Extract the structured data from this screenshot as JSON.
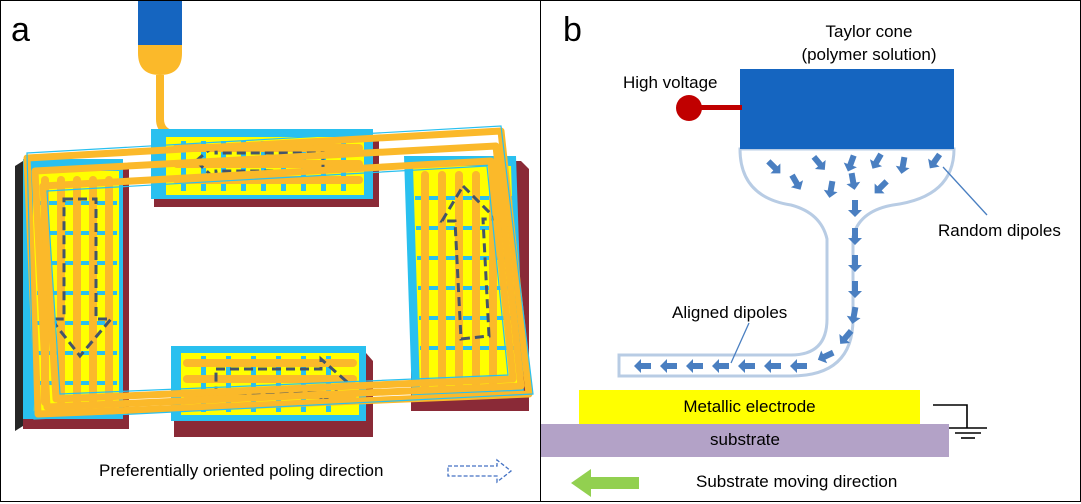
{
  "panel_a": {
    "letter": "a",
    "legend_text": "Preferentially oriented poling direction"
  },
  "panel_b": {
    "letter": "b",
    "taylor_cone_line1": "Taylor cone",
    "taylor_cone_line2": "(polymer solution)",
    "high_voltage": "High voltage",
    "random_dipoles": "Random dipoles",
    "aligned_dipoles": "Aligned dipoles",
    "metallic_electrode": "Metallic electrode",
    "substrate": "substrate",
    "substrate_moving_direction": "Substrate moving direction"
  },
  "colors": {
    "fiber": "#fbb92a",
    "electrode": "#ffff00",
    "substrate_top": "#29c0ef",
    "substrate_side": "#8a2a37",
    "nozzle": "#1565c0",
    "dipole_arrow": "#4a7fc1",
    "high_voltage_knob": "#c00000",
    "metallic_electrode": "#ffff00",
    "substrate_b": "#b3a2c7",
    "moving_arrow": "#92d050",
    "stream_outline": "#b8cce4"
  }
}
